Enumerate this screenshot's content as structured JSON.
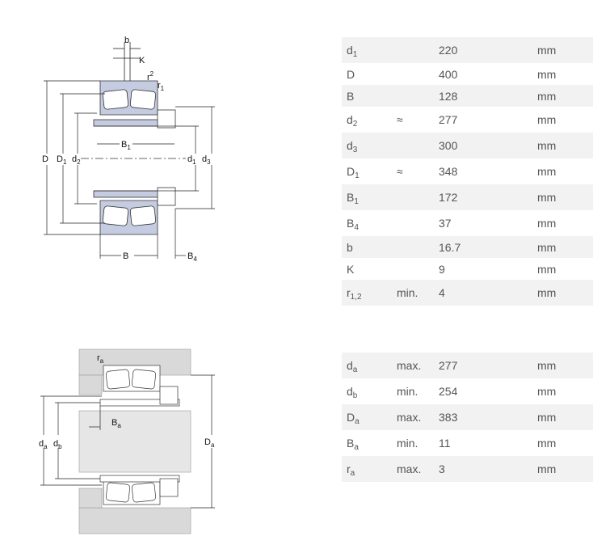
{
  "diagram1": {
    "labels": {
      "b": "b",
      "K": "K",
      "r2": "r",
      "r2_sub": "2",
      "r1": "r",
      "r1_sub": "1",
      "D": "D",
      "D1": "D",
      "D1_sub": "1",
      "d2": "d",
      "d2_sub": "2",
      "B1": "B",
      "B1_sub": "1",
      "d1": "d",
      "d1_sub": "1",
      "d3": "d",
      "d3_sub": "3",
      "B": "B",
      "B4": "B",
      "B4_sub": "4"
    }
  },
  "diagram2": {
    "labels": {
      "ra": "r",
      "ra_sub": "a",
      "Ba": "B",
      "Ba_sub": "a",
      "da": "d",
      "da_sub": "a",
      "db": "d",
      "db_sub": "b",
      "Da": "D",
      "Da_sub": "a"
    }
  },
  "table1": [
    {
      "sym": "d",
      "sub": "1",
      "qual": "",
      "val": "220",
      "unit": "mm"
    },
    {
      "sym": "D",
      "sub": "",
      "qual": "",
      "val": "400",
      "unit": "mm"
    },
    {
      "sym": "B",
      "sub": "",
      "qual": "",
      "val": "128",
      "unit": "mm"
    },
    {
      "sym": "d",
      "sub": "2",
      "qual": "≈",
      "val": "277",
      "unit": "mm"
    },
    {
      "sym": "d",
      "sub": "3",
      "qual": "",
      "val": "300",
      "unit": "mm"
    },
    {
      "sym": "D",
      "sub": "1",
      "qual": "≈",
      "val": "348",
      "unit": "mm"
    },
    {
      "sym": "B",
      "sub": "1",
      "qual": "",
      "val": "172",
      "unit": "mm"
    },
    {
      "sym": "B",
      "sub": "4",
      "qual": "",
      "val": "37",
      "unit": "mm"
    },
    {
      "sym": "b",
      "sub": "",
      "qual": "",
      "val": "16.7",
      "unit": "mm"
    },
    {
      "sym": "K",
      "sub": "",
      "qual": "",
      "val": "9",
      "unit": "mm"
    },
    {
      "sym": "r",
      "sub": "1,2",
      "qual": "min.",
      "val": "4",
      "unit": "mm"
    }
  ],
  "table2": [
    {
      "sym": "d",
      "sub": "a",
      "qual": "max.",
      "val": "277",
      "unit": "mm"
    },
    {
      "sym": "d",
      "sub": "b",
      "qual": "min.",
      "val": "254",
      "unit": "mm"
    },
    {
      "sym": "D",
      "sub": "a",
      "qual": "max.",
      "val": "383",
      "unit": "mm"
    },
    {
      "sym": "B",
      "sub": "a",
      "qual": "min.",
      "val": "11",
      "unit": "mm"
    },
    {
      "sym": "r",
      "sub": "a",
      "qual": "max.",
      "val": "3",
      "unit": "mm"
    }
  ],
  "colors": {
    "bearing": "#c5cbe0",
    "shade": "#f2f2f2",
    "housing": "#d9d9d9"
  }
}
